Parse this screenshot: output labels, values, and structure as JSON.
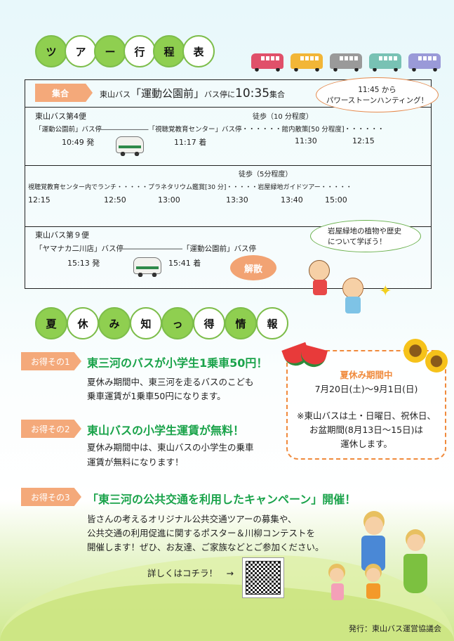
{
  "tour_title": [
    "ツ",
    "ア",
    "ー",
    "行",
    "程",
    "表"
  ],
  "bus_colors": [
    "#e0506a",
    "#f2b637",
    "#9a9a9a",
    "#78c2b4",
    "#9a9ad8"
  ],
  "schedule": {
    "gather_label": "集合",
    "gather_prefix": "東山バス",
    "gather_stop": "「運動公園前」",
    "gather_mid": "バス停に",
    "gather_time": "10:35",
    "gather_suffix": "集合",
    "bubble1_line1": "11:45 から",
    "bubble1_line2": "パワーストーンハンティング！",
    "row1": {
      "bus": "東山バス第4便",
      "walk": "徒歩（10 分程度）",
      "route": "「運動公園前」バス停―――――――「視聴覚教育センター」バス停・・・・・・館内散策[50 分程度]・・・・・・",
      "times": [
        "10:49 発",
        "11:17 着",
        "11:30",
        "12:15"
      ]
    },
    "row2": {
      "walk": "徒歩（5分程度）",
      "route": "視聴覚教育センター内でランチ・・・・・プラネタリウム鑑賞[30 分]・・・・・岩屋緑地ガイドツアー・・・・・",
      "times": [
        "12:15",
        "12:50",
        "13:00",
        "13:30",
        "13:40",
        "15:00"
      ]
    },
    "bubble2_line1": "岩屋緑地の植物や歴史",
    "bubble2_line2": "について学ぼう！",
    "row3": {
      "bus": "東山バス第９便",
      "route": "「ヤマナカ二川店」バス停――――――――「運動公園前」バス停",
      "times": [
        "15:13 発",
        "15:41 着"
      ]
    },
    "dismiss": "解散"
  },
  "info_title": [
    "夏",
    "休",
    "み",
    "知",
    "っ",
    "得",
    "情",
    "報"
  ],
  "deals": [
    {
      "tag": "お得その1",
      "headline": "東三河のバスが小学生1乗車50円！",
      "body": [
        "夏休み期間中、東三河を走るバスのこども",
        "乗車運賃が1乗車50円になります。"
      ]
    },
    {
      "tag": "お得その2",
      "headline": "東山バスの小学生運賃が無料！",
      "body": [
        "夏休み期間中は、東山バスの小学生の乗車",
        "運賃が無料になります！"
      ]
    },
    {
      "tag": "お得その3",
      "headline": "「東三河の公共交通を利用したキャンペーン」開催！",
      "body": [
        "皆さんの考えるオリジナル公共交通ツアーの募集や、",
        "公共交通の利用促進に関するポスター＆川柳コンテストを",
        "開催します！ぜひ、お友達、ご家族などとご参加ください。"
      ]
    }
  ],
  "summer_box": {
    "title": "夏休み期間中",
    "dates": "7月20日(土)～9月1日(日)",
    "note": [
      "※東山バスは土・日曜日、祝休日、",
      "お盆期間(8月13日～15日)は",
      "運休します。"
    ]
  },
  "more_info": "詳しくはコチラ！　→",
  "publisher": "発行：東山バス運営協議会"
}
